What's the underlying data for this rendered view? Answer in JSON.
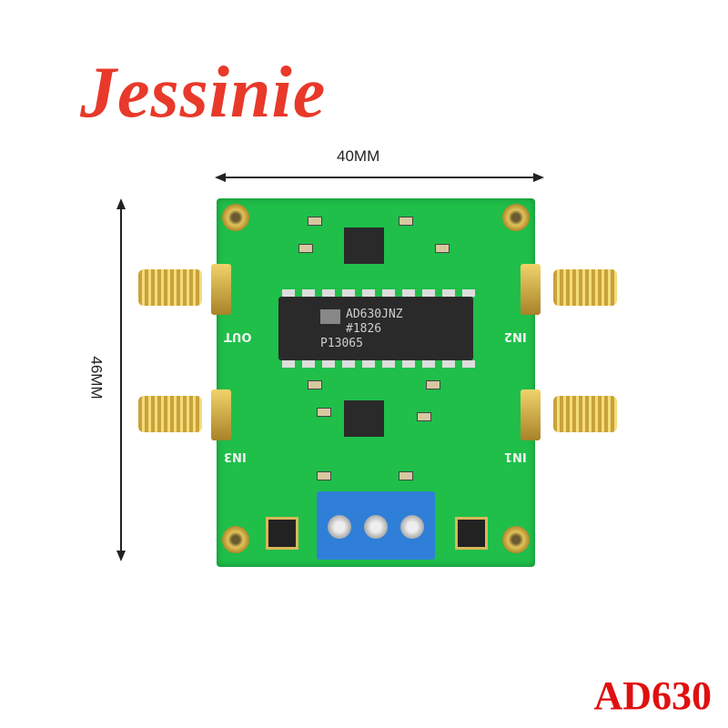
{
  "brand": "Jessinie",
  "model": "AD630",
  "dimensions": {
    "width": "40MM",
    "height": "46MM"
  },
  "chip": {
    "line1": "AD630JNZ",
    "line2": "#1826",
    "line3": "P13065"
  },
  "connectors": {
    "out": "OUT",
    "in1": "IN1",
    "in2": "IN2",
    "in3": "IN3"
  },
  "colors": {
    "brand": "#e8392a",
    "pcb": "#1fbf4a",
    "terminal": "#2f7fd8",
    "model": "#e01010"
  }
}
